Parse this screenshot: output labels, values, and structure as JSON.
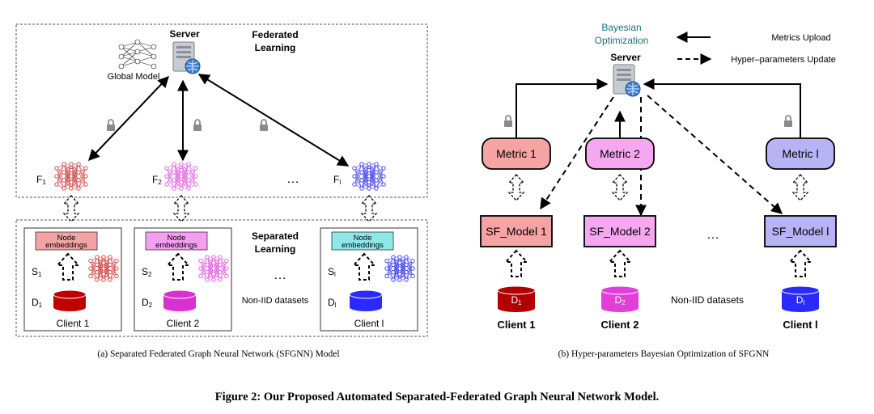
{
  "panel_a": {
    "server_label": "Server",
    "federated_label_1": "Federated",
    "federated_label_2": "Learning",
    "global_model_label": "Global Model",
    "ellipsis": "…",
    "separated_label_1": "Separated",
    "separated_label_2": "Learning",
    "non_iid_label": "Non-IID datasets",
    "caption": "(a)  Separated Federated Graph Neural Network (SFGNN) Model",
    "f_labels": [
      {
        "main": "F",
        "sub": "1"
      },
      {
        "main": "F",
        "sub": "2"
      },
      {
        "main": "F",
        "sub": "l"
      }
    ],
    "clients": [
      {
        "embed_1": "Node",
        "embed_2": "embeddings",
        "s_main": "S",
        "s_sub": "1",
        "d_main": "D",
        "d_sub": "1",
        "name": "Client 1",
        "embed_color": "#f4a3a3",
        "db_color": "#c00000",
        "net_color": "#d04040"
      },
      {
        "embed_1": "Node",
        "embed_2": "embeddings",
        "s_main": "S",
        "s_sub": "2",
        "d_main": "D",
        "d_sub": "2",
        "name": "Client 2",
        "embed_color": "#f59ef0",
        "db_color": "#d930d0",
        "net_color": "#e060e0"
      },
      {
        "embed_1": "Node",
        "embed_2": "embeddings",
        "s_main": "S",
        "s_sub": "l",
        "d_main": "D",
        "d_sub": "l",
        "name": "Client l",
        "embed_color": "#8fe8e8",
        "db_color": "#2a2aff",
        "net_color": "#3a3af0"
      }
    ]
  },
  "panel_b": {
    "bayes_label_1": "Bayesian",
    "bayes_label_2": "Optimization",
    "server_label": "Server",
    "legend_metrics": "Metrics Upload",
    "legend_hyper": "Hyper–parameters  Update",
    "metrics": [
      {
        "label": "Metric 1",
        "color": "#f6a3a3"
      },
      {
        "label": "Metric 2",
        "color": "#f5a8f0"
      },
      {
        "label": "Metric l",
        "color": "#b8b3f5"
      }
    ],
    "models": [
      {
        "label": "SF_Model 1",
        "color": "#f6a3a3"
      },
      {
        "label": "SF_Model 2",
        "color": "#f5a8f0"
      },
      {
        "label": "SF_Model l",
        "color": "#b8b3f5"
      }
    ],
    "ellipsis": "…",
    "non_iid_label": "Non-IID datasets",
    "datasets": [
      {
        "main": "D",
        "sub": "1",
        "color": "#b00000",
        "client": "Client 1"
      },
      {
        "main": "D",
        "sub": "2",
        "color": "#e040d8",
        "client": "Client 2"
      },
      {
        "main": "D",
        "sub": "l",
        "color": "#2a2aff",
        "client": "Client l"
      }
    ],
    "caption": "(b)  Hyper-parameters Bayesian Optimization of SFGNN"
  },
  "figure_caption": "Figure 2: Our Proposed Automated Separated-Federated Graph Neural Network Model.",
  "colors": {
    "bayes_text": "#1f6f7a",
    "lock": "#8a8a8a",
    "server_body": "#c8ccd2"
  }
}
